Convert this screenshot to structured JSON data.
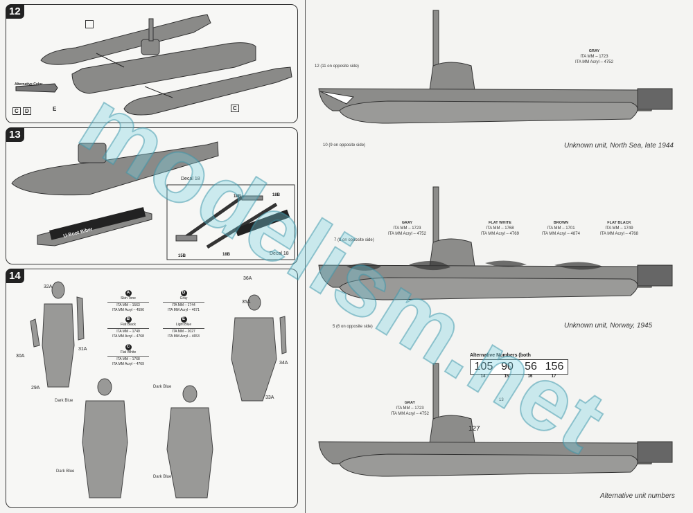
{
  "steps": [
    {
      "number": "12"
    },
    {
      "number": "13"
    },
    {
      "number": "14"
    }
  ],
  "step12": {
    "alt_color_label": "Alternative Color",
    "parts": [
      "C",
      "D",
      "E",
      "C"
    ],
    "part_c": "C",
    "part_d": "D",
    "part_e": "E"
  },
  "step13": {
    "decal_label_1": "Decal 18",
    "decal_label_2": "Decal 18",
    "parts": [
      "18B",
      "18B",
      "15B",
      "18B"
    ],
    "stand_text": "U-Boot Biber"
  },
  "step14": {
    "figure_parts": [
      "32A",
      "31A",
      "30A",
      "29A",
      "36A",
      "35A",
      "34A",
      "33A"
    ],
    "colors": [
      {
        "letter": "A",
        "name": "Skin Tone",
        "code": "ITA MM – 1563",
        "acryl": "ITA MM Acryl – 4596"
      },
      {
        "letter": "D",
        "name": "Gray",
        "code": "ITA MM – 1744",
        "acryl": "ITA MM Acryl – 4671"
      },
      {
        "letter": "B",
        "name": "Flat Black",
        "code": "ITA MM – 1749",
        "acryl": "ITA MM Acryl – 4768"
      },
      {
        "letter": "E",
        "name": "Light Blue",
        "code": "ITA MM – 2027",
        "acryl": "ITA MM Acryl – 4653"
      },
      {
        "letter": "C",
        "name": "Flat White",
        "code": "ITA MM – 1768",
        "acryl": "ITA MM Acryl – 4769"
      }
    ],
    "callouts": {
      "dark_blue_1": "Dark Blue",
      "dark_blue_2": "Dark Blue",
      "dark_blue_3": "Dark Blue",
      "dark_blue_4": "Dark Blue"
    }
  },
  "profiles": [
    {
      "caption": "Unknown unit, North Sea, late 1944",
      "decal_top": "12 (11 on opposite side)",
      "decal_bottom": "10 (9 on opposite side)",
      "colors": [
        {
          "name": "Gray",
          "code": "ITA MM – 1723",
          "acryl": "ITA MM Acryl – 4752"
        }
      ]
    },
    {
      "caption": "Unknown unit, Norway, 1945",
      "decal_top": "7 (8 on opposite side)",
      "decal_bottom": "5 (6 on opposite side)",
      "colors": [
        {
          "name": "Gray",
          "code": "ITA MM – 1723",
          "acryl": "ITA MM Acryl – 4752"
        },
        {
          "name": "Flat White",
          "code": "ITA MM – 1768",
          "acryl": "ITA MM Acryl – 4769"
        },
        {
          "name": "Brown",
          "code": "ITA MM – 1701",
          "acryl": "ITA MM Acryl – 4874"
        },
        {
          "name": "Flat Black",
          "code": "ITA MM – 1749",
          "acryl": "ITA MM Acryl – 4768"
        }
      ]
    },
    {
      "caption": "Alternative unit numbers",
      "tower_number": "127",
      "decal_tower": "13",
      "colors": [
        {
          "name": "Gray",
          "code": "ITA MM – 1723",
          "acryl": "ITA MM Acryl – 4752"
        }
      ],
      "alt_numbers": {
        "title": "Alternative Numbers (both",
        "values": [
          "105",
          "90",
          "56",
          "156"
        ],
        "decals": [
          "14",
          "15",
          "16",
          "17"
        ]
      }
    }
  ],
  "watermark": "modelism.net"
}
